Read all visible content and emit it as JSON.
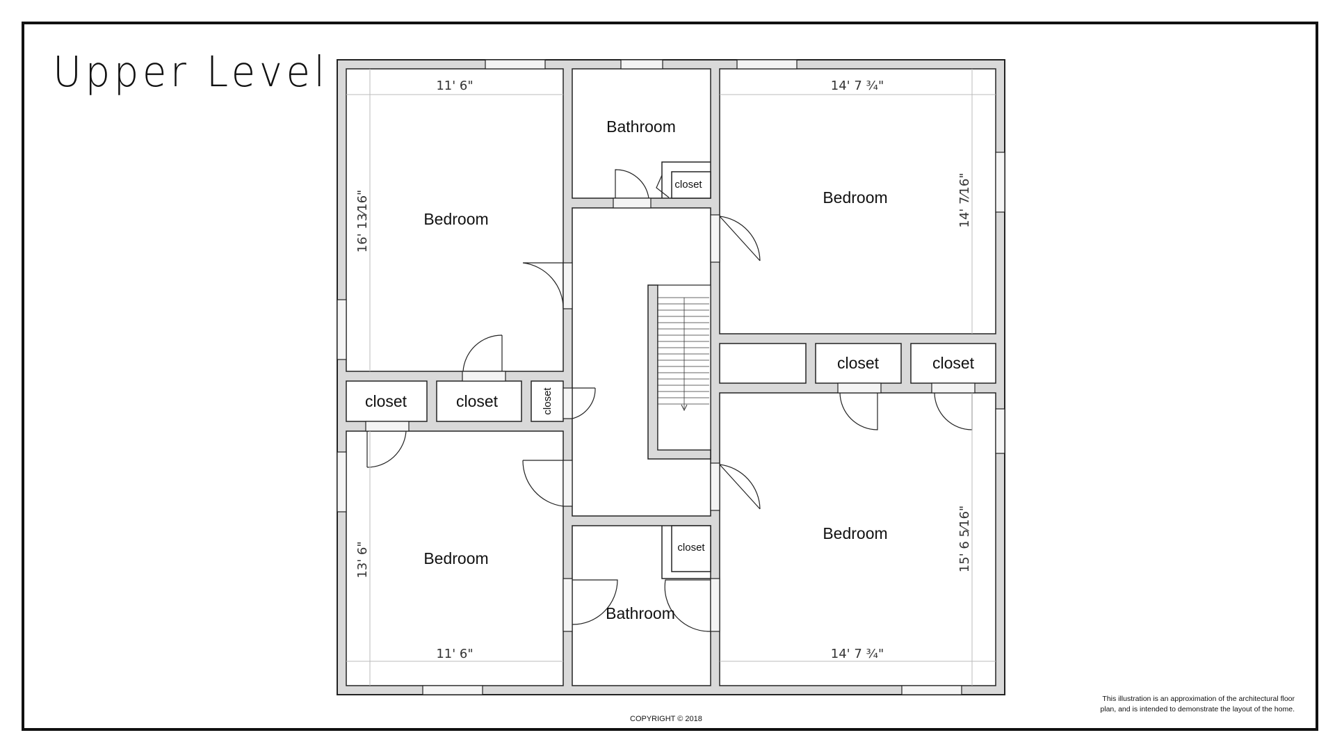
{
  "title": "Upper Level",
  "rooms": {
    "bedroom_tl": "Bedroom",
    "bedroom_tr": "Bedroom",
    "bedroom_bl": "Bedroom",
    "bedroom_br": "Bedroom",
    "bathroom_top": "Bathroom",
    "bathroom_bottom": "Bathroom"
  },
  "closets": {
    "bath_top_closet": "closet",
    "left_closet_1": "closet",
    "left_closet_2": "closet",
    "left_closet_vertical": "closet",
    "right_closet_1": "closet",
    "right_closet_2": "closet",
    "bath_bottom_closet": "closet"
  },
  "dimensions": {
    "tl_width": "11' 6\"",
    "tl_height": "16' 13⁄16\"",
    "tr_width": "14' 7 ¾\"",
    "tr_height": "14' 7⁄16\"",
    "bl_width": "11' 6\"",
    "bl_height": "13' 6\"",
    "br_width": "14' 7 ¾\"",
    "br_height": "15' 6 5⁄16\""
  },
  "copyright": "COPYRIGHT © 2018",
  "disclaimer": "This illustration is an approximation of the architectural floor plan, and is intended to demonstrate the layout of the home.",
  "colors": {
    "wall": "#d9d9d9",
    "line": "#222222",
    "dimension": "#bbbbbb"
  }
}
